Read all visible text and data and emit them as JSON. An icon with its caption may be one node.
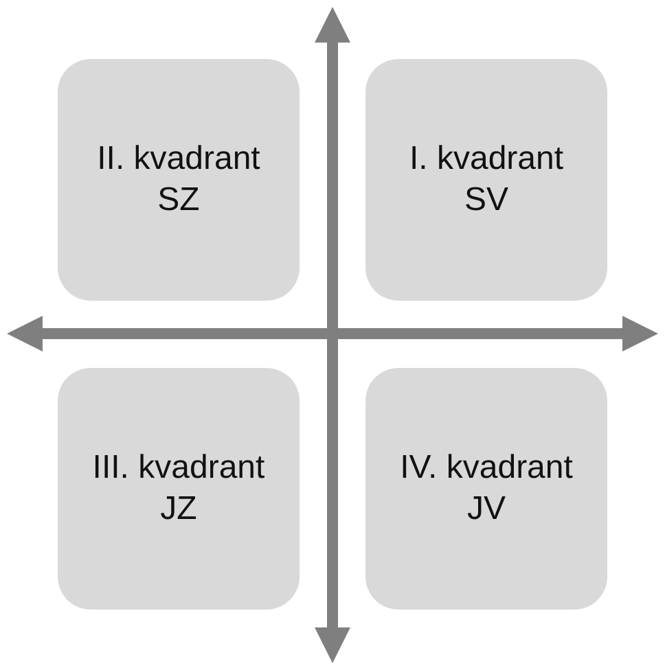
{
  "diagram": {
    "nodes": [
      {
        "text": [
          "II. kvadrant",
          "SZ"
        ]
      },
      {
        "text": [
          "I. kvadrant",
          "SV"
        ]
      },
      {
        "text": [
          "III. kvadrant",
          "JZ"
        ]
      },
      {
        "text": [
          "IV. kvadrant",
          "JV"
        ]
      }
    ]
  }
}
